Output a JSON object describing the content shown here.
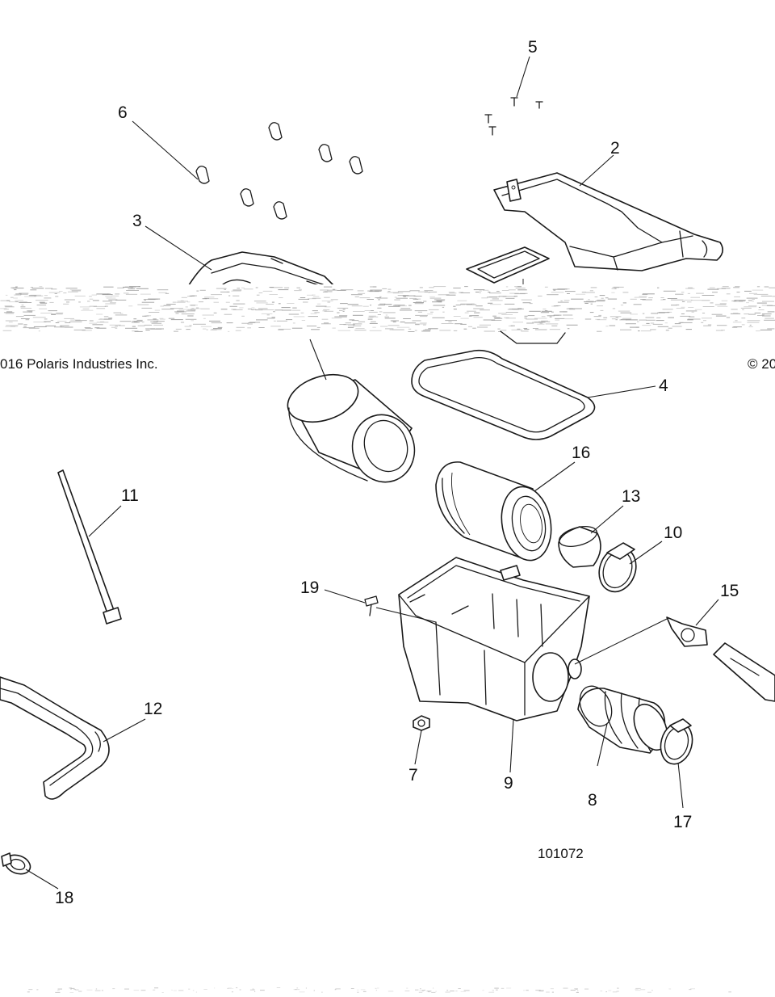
{
  "copyright": {
    "left_text": "016 Polaris Industries Inc.",
    "right_text": "© 20"
  },
  "figure_number": "101072",
  "callouts": [
    {
      "id": "2",
      "part": "intake-duct"
    },
    {
      "id": "3",
      "part": "air-box-cover"
    },
    {
      "id": "4",
      "part": "cover-seal"
    },
    {
      "id": "5",
      "part": "screws"
    },
    {
      "id": "6",
      "part": "latch-clips"
    },
    {
      "id": "7",
      "part": "nut"
    },
    {
      "id": "8",
      "part": "outlet-boot"
    },
    {
      "id": "9",
      "part": "air-box-base"
    },
    {
      "id": "10",
      "part": "clamp"
    },
    {
      "id": "11",
      "part": "cable-tie"
    },
    {
      "id": "12",
      "part": "drain-hose"
    },
    {
      "id": "13",
      "part": "sleeve"
    },
    {
      "id": "15",
      "part": "check-valve"
    },
    {
      "id": "16",
      "part": "air-filter"
    },
    {
      "id": "17",
      "part": "clamp"
    },
    {
      "id": "18",
      "part": "hose-clamp"
    },
    {
      "id": "19",
      "part": "screw"
    }
  ]
}
